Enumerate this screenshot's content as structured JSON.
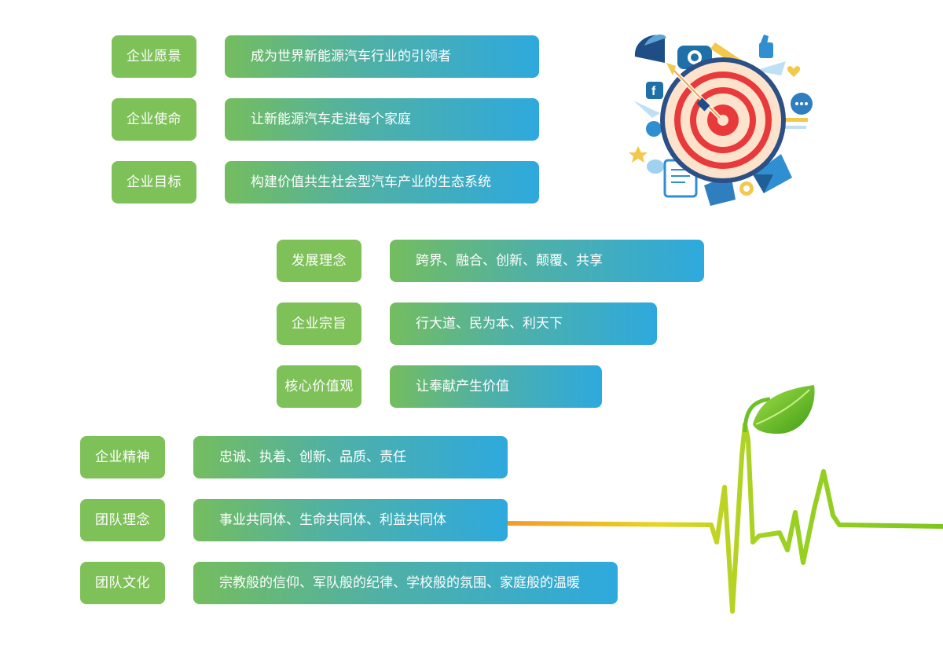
{
  "colors": {
    "label_green": "#7fc159",
    "gradient_start": "#74bd5f",
    "gradient_end": "#2ea9de",
    "leaf_green": "#6cc12a",
    "target_red": "#e8393b"
  },
  "groups": [
    {
      "rows": [
        {
          "label": "企业愿景",
          "value": "成为世界新能源汽车行业的引领者"
        },
        {
          "label": "企业使命",
          "value": "让新能源汽车走进每个家庭"
        },
        {
          "label": "企业目标",
          "value": "构建价值共生社会型汽车产业的生态系统"
        }
      ]
    },
    {
      "rows": [
        {
          "label": "发展理念",
          "value": "跨界、融合、创新、颠覆、共享"
        },
        {
          "label": "企业宗旨",
          "value": "行大道、民为本、利天下"
        },
        {
          "label": "核心价值观",
          "value": "让奉献产生价值"
        }
      ]
    },
    {
      "rows": [
        {
          "label": "企业精神",
          "value": "忠诚、执着、创新、品质、责任"
        },
        {
          "label": "团队理念",
          "value": "事业共同体、生命共同体、利益共同体"
        },
        {
          "label": "团队文化",
          "value": "宗教般的信仰、军队般的纪律、学校般的氛围、家庭般的温暖"
        }
      ]
    }
  ],
  "icons": {
    "target": "target-illustration-icon",
    "plant": "sprout-heartbeat-icon"
  }
}
